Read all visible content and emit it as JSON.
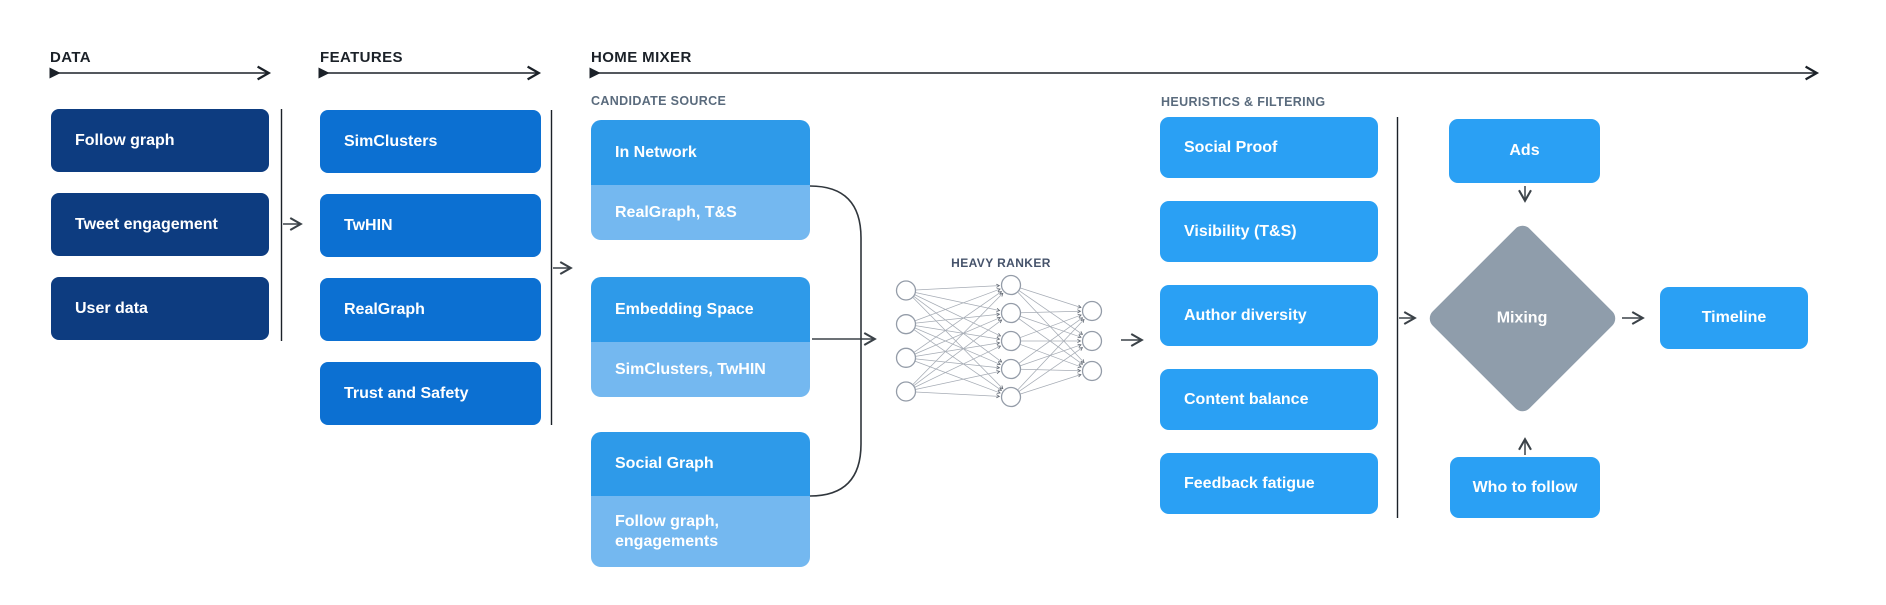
{
  "colors": {
    "navy": "#0d3c80",
    "feature_blue": "#0c70d2",
    "candidate_top": "#2e9ae9",
    "candidate_bottom": "#74b8f0",
    "bright_blue": "#2aa0f4",
    "diamond_gray": "#8f9dab",
    "ink": "#1b2128",
    "muted": "#5a6b7d",
    "slate": "#46536b"
  },
  "headers": {
    "data": "DATA",
    "features": "FEATURES",
    "home_mixer": "HOME MIXER"
  },
  "data_pipeline": {
    "items": [
      "Follow graph",
      "Tweet engagement",
      "User data"
    ]
  },
  "features": {
    "items": [
      "SimClusters",
      "TwHIN",
      "RealGraph",
      "Trust and Safety"
    ]
  },
  "candidate_source": {
    "label": "CANDIDATE SOURCE",
    "cards": [
      {
        "title": "In Network",
        "subtitle": "RealGraph, T&S"
      },
      {
        "title": "Embedding Space",
        "subtitle": "SimClusters, TwHIN"
      },
      {
        "title": "Social Graph",
        "subtitle": "Follow graph, engagements"
      }
    ]
  },
  "heavy_ranker": {
    "label": "HEAVY RANKER",
    "layers": [
      4,
      5,
      3
    ]
  },
  "heuristics": {
    "label": "HEURISTICS & FILTERING",
    "items": [
      "Social Proof",
      "Visibility (T&S)",
      "Author diversity",
      "Content balance",
      "Feedback fatigue"
    ]
  },
  "output": {
    "ads": "Ads",
    "mixing": "Mixing",
    "who_to_follow": "Who to follow",
    "timeline": "Timeline"
  }
}
